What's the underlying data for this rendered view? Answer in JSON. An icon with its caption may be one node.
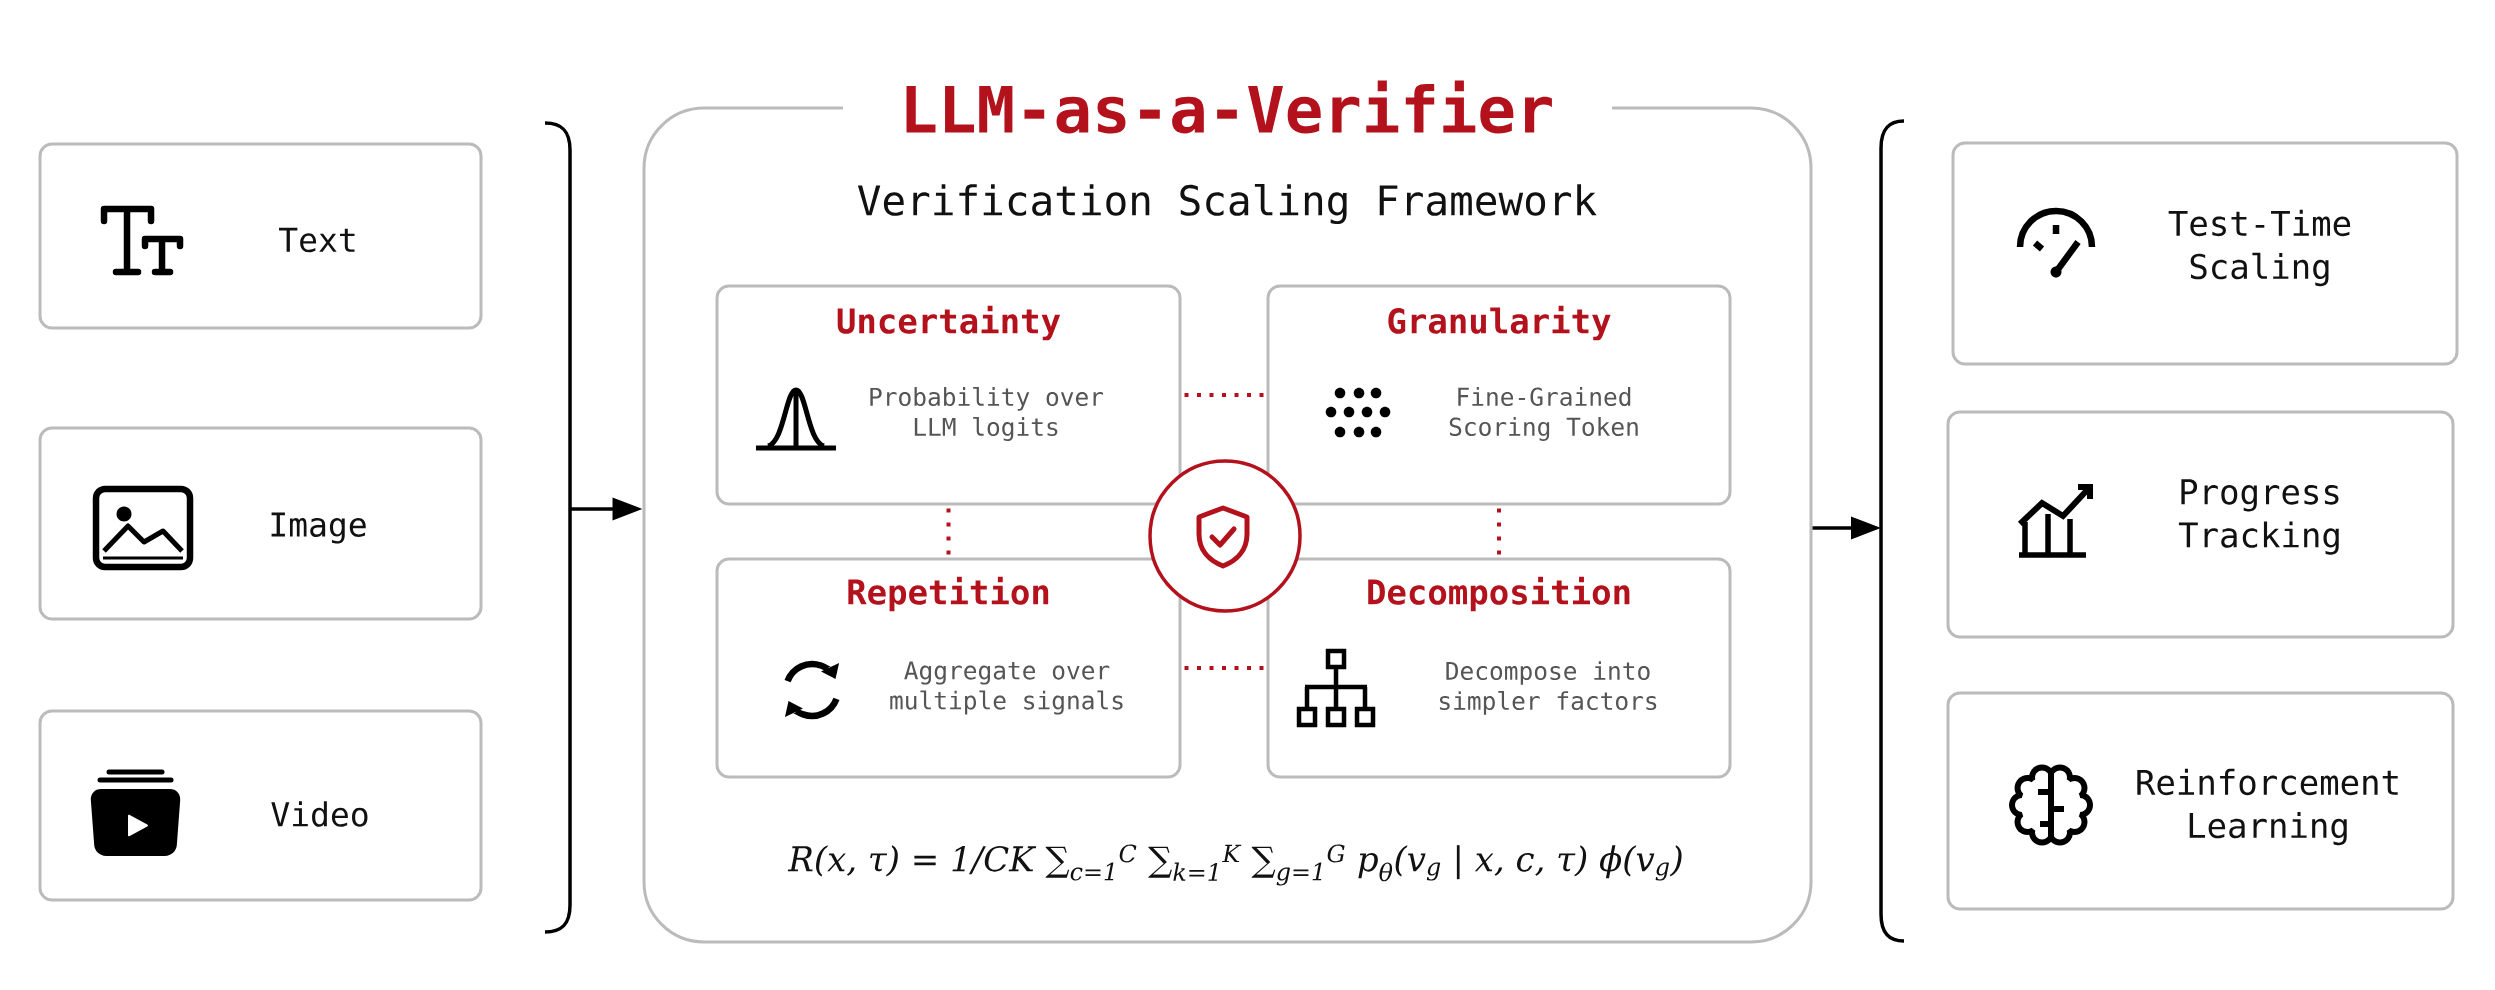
{
  "diagram": {
    "nodes": [
      {
        "text": [
          "Text"
        ]
      },
      {
        "text": [
          "Image"
        ]
      },
      {
        "text": [
          "Video"
        ]
      },
      {
        "text": [
          "LLM-as-a-Verifier",
          "Verification Scaling Framework",
          "R(x, τ) = 1/CK ∑$_{c=1}$$^{C}$ ∑$_{k=1}$$^{K}$ ∑$_{g=1}$$^{G}$ p$_{θ}$(v$_{g}$ | x, c, τ) ϕ(v$_{g}$)"
        ]
      },
      {
        "text": [
          "Uncertainty",
          "Probability over LLM logits"
        ],
        "in": 3
      },
      {
        "text": [
          "Granularity",
          "Fine-Grained Scoring Token"
        ],
        "in": 3
      },
      {
        "text": [
          "Repetition",
          "Aggregate over multiple signals"
        ],
        "in": 3
      },
      {
        "text": [
          "Decomposition",
          "Decompose into simpler factors"
        ],
        "in": 3
      },
      {
        "text": [
          "Test-Time Scaling"
        ]
      },
      {
        "text": [
          "Progress Tracking"
        ]
      },
      {
        "text": [
          "Reinforcement Learning"
        ]
      }
    ],
    "edges": [
      {
        "from": null,
        "to": 3,
        "arrow": "to",
        "color": "#000000"
      },
      {
        "from": 3,
        "to": null,
        "arrow": "to",
        "color": "#000000"
      },
      {
        "from": 4,
        "to": 5,
        "arrow": "none",
        "style": "dashed",
        "color": "#b3121c"
      },
      {
        "from": 4,
        "to": 6,
        "arrow": "none",
        "style": "dashed",
        "color": "#b3121c"
      },
      {
        "from": 5,
        "to": 7,
        "arrow": "none",
        "style": "dashed",
        "color": "#b3121c"
      },
      {
        "from": 6,
        "to": 7,
        "arrow": "none",
        "style": "dashed",
        "color": "#b3121c"
      }
    ]
  }
}
